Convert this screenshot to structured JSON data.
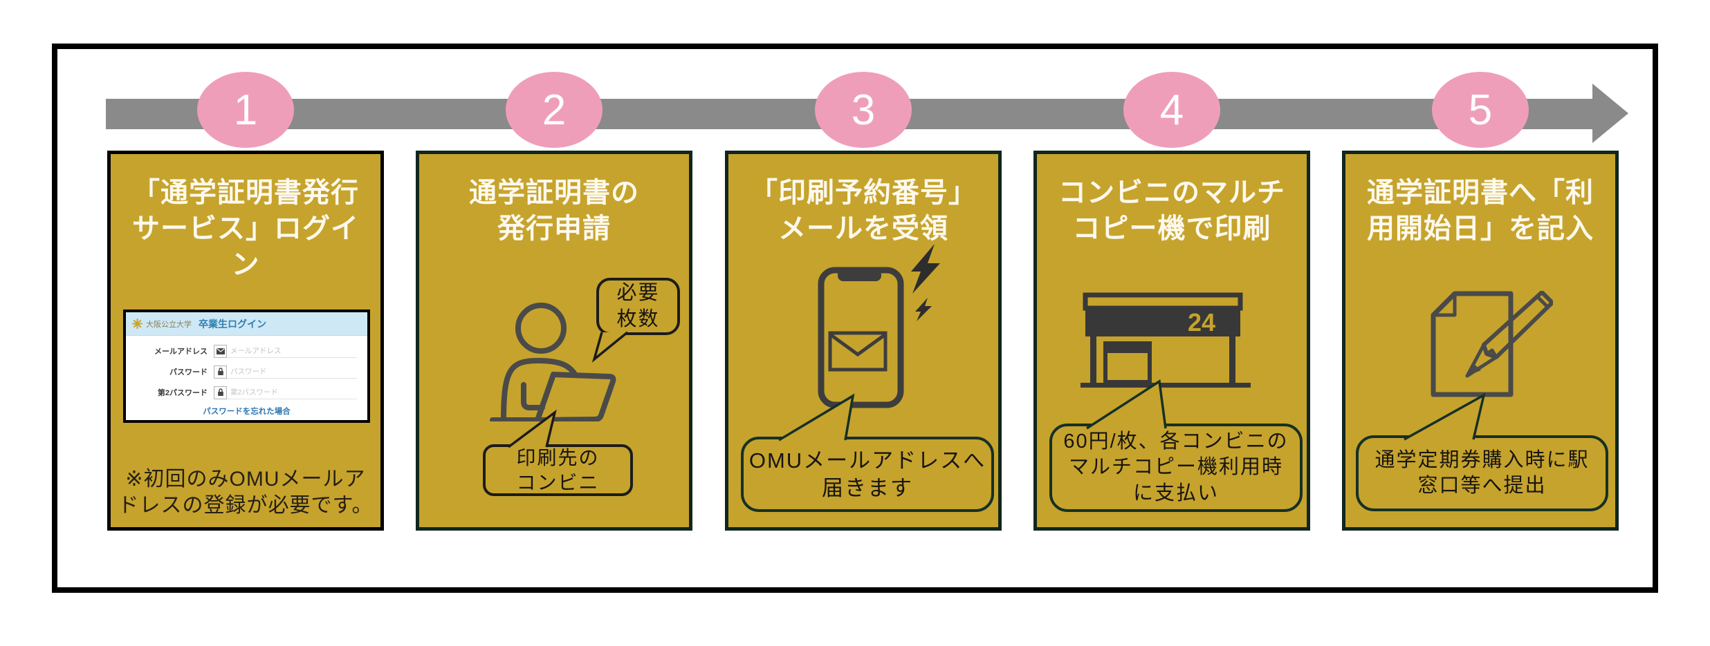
{
  "colors": {
    "card_gold": "#c6a32c",
    "circle_pink": "#ef9eba",
    "arrow_gray": "#8a8a8a",
    "card_border_dark": "#11261e",
    "title_white": "#fdf9ee",
    "login_header_blue": "#cfe8f6",
    "login_link_blue": "#2d77b4",
    "icon_gray": "#4a4a4a"
  },
  "timeline": {
    "steps": [
      "1",
      "2",
      "3",
      "4",
      "5"
    ],
    "arrow_icon": "right-arrow-icon"
  },
  "cards": [
    {
      "title": "「通学証明書発行\nサービス」ログイ\nン",
      "note": "※初回のみOMUメールア\nドレスの登録が必要です。",
      "login": {
        "logo_icon": "university-logo-icon",
        "brand": "大阪公立大学",
        "heading": "卒業生ログイン",
        "fields": [
          {
            "label": "メールアドレス",
            "placeholder": "メールアドレス",
            "icon": "envelope-icon"
          },
          {
            "label": "パスワード",
            "placeholder": "パスワード",
            "icon": "lock-icon"
          },
          {
            "label": "第2パスワード",
            "placeholder": "第2パスワード",
            "icon": "lock-icon"
          }
        ],
        "forgot_link": "パスワードを忘れた場合"
      }
    },
    {
      "title": "通学証明書の\n発行申請",
      "icon": "person-at-laptop-icon",
      "bubbles": {
        "top": "必要\n枚数",
        "bottom": "印刷先の\nコンビニ"
      }
    },
    {
      "title": "「印刷予約番号」\nメールを受領",
      "icon": "smartphone-mail-icon",
      "bolt_icon": "lightning-bolt-icon",
      "bubble": "OMUメールアドレスへ\n届きます"
    },
    {
      "title": "コンビニのマルチ\nコピー機で印刷",
      "icon": "convenience-store-icon",
      "sign": "24",
      "bubble": "60円/枚、各コンビニの\nマルチコピー機利用時\nに支払い"
    },
    {
      "title": "通学証明書へ「利\n用開始日」を記入",
      "icon": "document-pencil-icon",
      "bubble": "通学定期券購入時に駅\n窓口等へ提出"
    }
  ]
}
